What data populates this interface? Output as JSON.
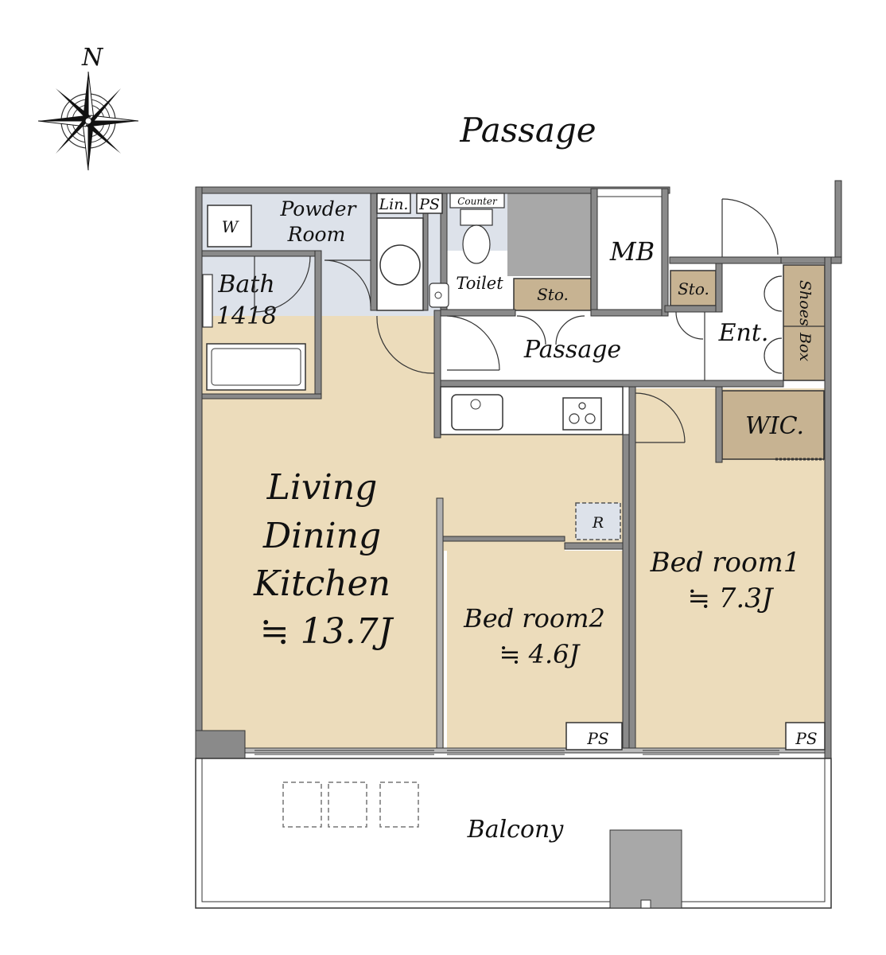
{
  "colors": {
    "wall": "#8a8a8a",
    "wet_area": "#dde2ea",
    "living_floor": "#ecdcbb",
    "storage": "#c7b392",
    "shaft": "#a8a8a8",
    "line": "#333333"
  },
  "labels": {
    "passage_outer": "Passage",
    "powder_room_line1": "Powder",
    "powder_room_line2": "Room",
    "washer": "W",
    "linen": "Lin.",
    "ps_top": "PS",
    "counter": "Counter",
    "toilet": "Toilet",
    "mb": "MB",
    "sto_left": "Sto.",
    "sto_right": "Sto.",
    "bath_line1": "Bath",
    "bath_line2": "1418",
    "passage_inner": "Passage",
    "entrance": "Ent.",
    "shoes_box_1": "Shoes",
    "shoes_box_2": "Box",
    "wic": "WIC.",
    "ldk_line1": "Living",
    "ldk_line2": "Dining",
    "ldk_line3": "Kitchen",
    "ldk_size": "≒ 13.7J",
    "refrigerator": "R",
    "bed1_name": "Bed room1",
    "bed1_size": "≒ 7.3J",
    "bed2_name": "Bed room2",
    "bed2_size": "≒ 4.6J",
    "ps_bed2": "PS",
    "ps_bed1": "PS",
    "balcony": "Balcony",
    "north": "N"
  }
}
